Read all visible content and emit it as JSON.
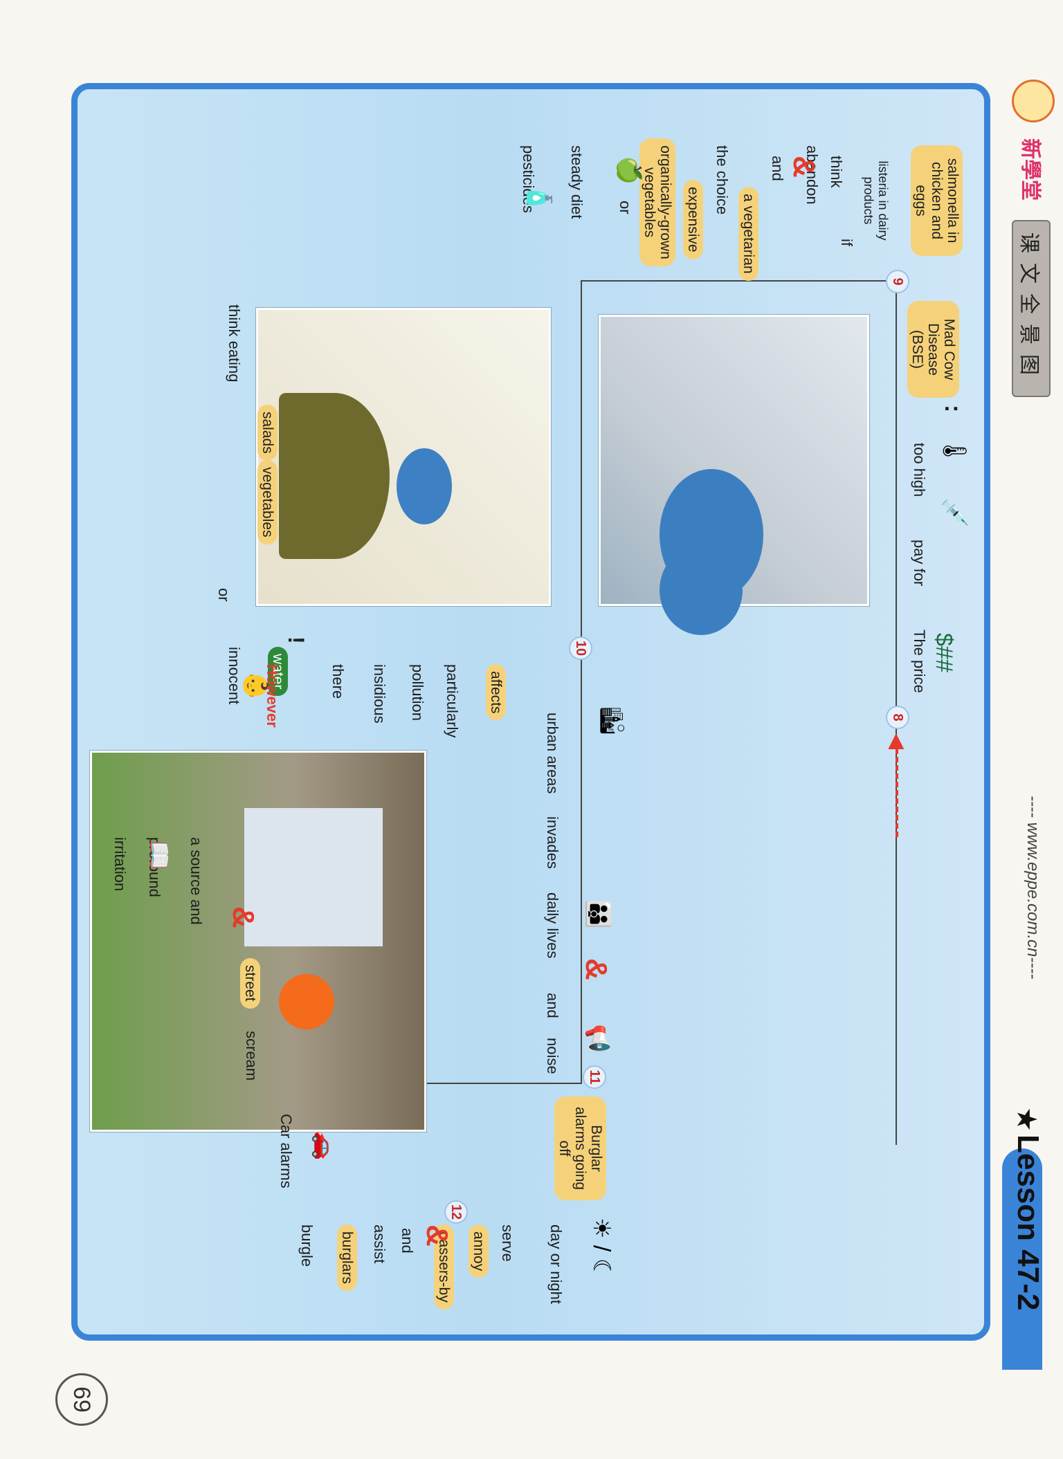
{
  "header": {
    "logo_text": "新學堂",
    "section_title": "课文全景图",
    "lesson": "Lesson 47-2",
    "website": "---- www.eppe.com.cn----"
  },
  "page_number": "69",
  "step_numbers": [
    "8",
    "9",
    "10",
    "11",
    "12"
  ],
  "row8": {
    "price": "The price",
    "pay_for": "pay for",
    "too_high": "too high",
    "mad_cow": "Mad Cow Disease (BSE)",
    "colon": ":"
  },
  "row9": {
    "salmonella": "salmonella in chicken and eggs",
    "listeria": "listeria in dairy products",
    "if": "if",
    "think": "think",
    "abandon": "abandon",
    "and": "and",
    "vegetarian": "a vegetarian",
    "the_choice": "the choice",
    "expensive": "expensive",
    "organic": "organically-grown vegetables",
    "or": "or",
    "steady_diet": "steady diet",
    "pesticides": "pesticides",
    "think_eating": "think eating",
    "salads": "salads",
    "vegetables": "vegetables",
    "or2": "or",
    "water": "water",
    "innocent": "innocent"
  },
  "row10": {
    "however": "However",
    "there": "there",
    "insidious": "insidious",
    "pollution": "pollution",
    "particularly": "particularly",
    "affects": "affects",
    "urban_areas": "urban areas",
    "invades": "invades",
    "daily_lives": "daily lives",
    "and": "and",
    "noise": "noise",
    "a_source": "a source",
    "and2": "and",
    "profound": "profound",
    "irritation": "irritation",
    "street": "street",
    "scream": "scream"
  },
  "row11": {
    "burglar_alarms": "Burglar alarms going off",
    "day_or_night": "day or night",
    "serve": "serve",
    "annoy": "annoy",
    "passers_by": "passers-by",
    "and": "and",
    "assist": "assist",
    "burglars": "burglars",
    "burgle": "burgle",
    "car_alarms": "Car alarms"
  },
  "colors": {
    "border": "#3a84d8",
    "highlight": "#f5d27a",
    "accent_red": "#e53a2a"
  }
}
